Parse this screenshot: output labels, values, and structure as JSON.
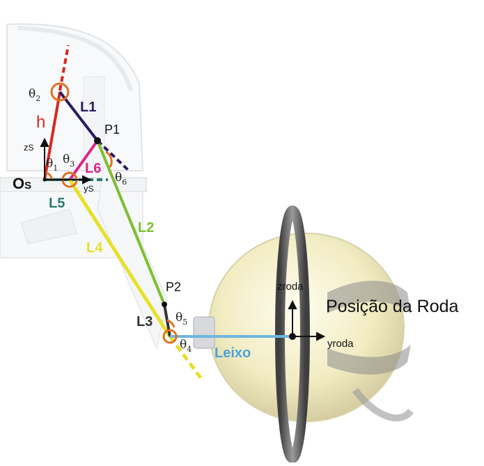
{
  "labels": {
    "theta": "θ",
    "theta_subs": [
      "2",
      "1",
      "3",
      "6",
      "5",
      "4"
    ],
    "h": "h",
    "L1": "L1",
    "L2": "L2",
    "L3": "L3",
    "L4": "L4",
    "L5": "L5",
    "L6": "L6",
    "P1": "P1",
    "P2": "P2",
    "origin_main": "O",
    "origin_sub": "S",
    "zs_main": "z",
    "zs_sub": "S",
    "ys_main": "y",
    "ys_sub": "S",
    "leixo": "Leixo",
    "zroda": "zroda",
    "yroda": "yroda",
    "wheel_position": "Posição da Roda"
  },
  "colors": {
    "h": "#d6281f",
    "L1": "#2b1a66",
    "L2": "#7cbf2f",
    "L3": "#333333",
    "L4": "#e6e02a",
    "L5": "#2a7a6e",
    "L6": "#d9258a",
    "leixo": "#6fb6e0",
    "angle_arc": "#e07020",
    "wheel": "#f4efc4",
    "tire": "#6b6b6b"
  }
}
